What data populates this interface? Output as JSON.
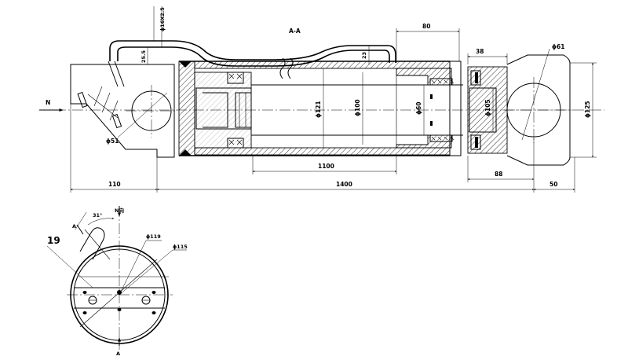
{
  "section_label": "A-A",
  "dimensions": {
    "pipe_dia": "ϕ16X2.5",
    "pipe_offset": "25.5",
    "pipe_height": "23",
    "rod_end_length": "80",
    "clevis_width": "38",
    "pin_dia": "ϕ61",
    "bore_outer": "ϕ121",
    "bore_inner": "ϕ100",
    "rod_dia": "ϕ60",
    "rod_end_dia": "ϕ105",
    "clevis_height": "ϕ125",
    "base_hole": "ϕ51",
    "stroke": "1100",
    "left_length": "110",
    "total_length": "1400",
    "right_a": "88",
    "right_b": "50"
  },
  "section_view": {
    "part_number": "19",
    "angle": "31°",
    "direction": "N向",
    "outer_dia": "ϕ119",
    "inner_dia": "ϕ115",
    "cut_mark_top": "A",
    "cut_mark_bottom": "A"
  },
  "side_marker": "N"
}
